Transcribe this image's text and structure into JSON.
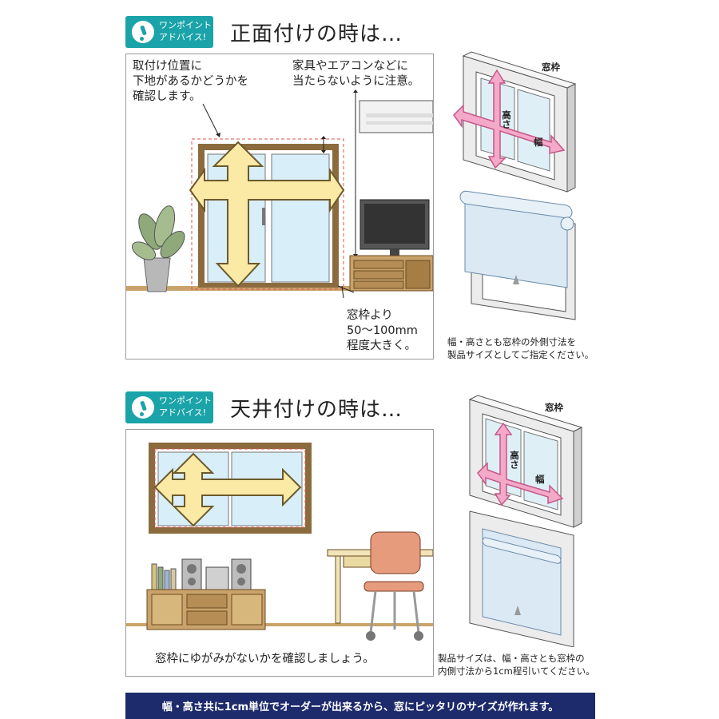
{
  "top_section": {
    "badge": "ワンポイント\nアドバイス!",
    "heading": "正面付けの時は…",
    "note_left": "取付け位置に\n下地があるかどうかを\n確認します。",
    "note_right": "家具やエアコンなどに\n当たらないように注意。",
    "note_bottom": "窓枠より\n50〜100mm\n程度大きく。",
    "side_frame_label": "窓枠",
    "side_height_label": "高さ",
    "side_width_label": "幅",
    "side_caption": "幅・高さとも窓枠の外側寸法を\n製品サイズとしてご指定ください。"
  },
  "bottom_section": {
    "badge": "ワンポイント\nアドバイス!",
    "heading": "天井付けの時は…",
    "note_bottom": "窓枠にゆがみがないかを確認しましょう。",
    "side_frame_label": "窓枠",
    "side_height_label": "高さ",
    "side_width_label": "幅",
    "side_caption": "製品サイズは、幅・高さとも窓枠の\n内側寸法から1cm程引いてください。"
  },
  "banner": "幅・高さ共に1cm単位でオーダーが出来るから、窓にピッタリのサイズが作れます。",
  "colors": {
    "teal": "#1aa3a8",
    "navy": "#1d2a6b",
    "arrow_yellow": "#fbe9a6",
    "arrow_pink": "#f4a9c8",
    "wood": "#8b6b3d",
    "glass": "#d8eef8"
  }
}
